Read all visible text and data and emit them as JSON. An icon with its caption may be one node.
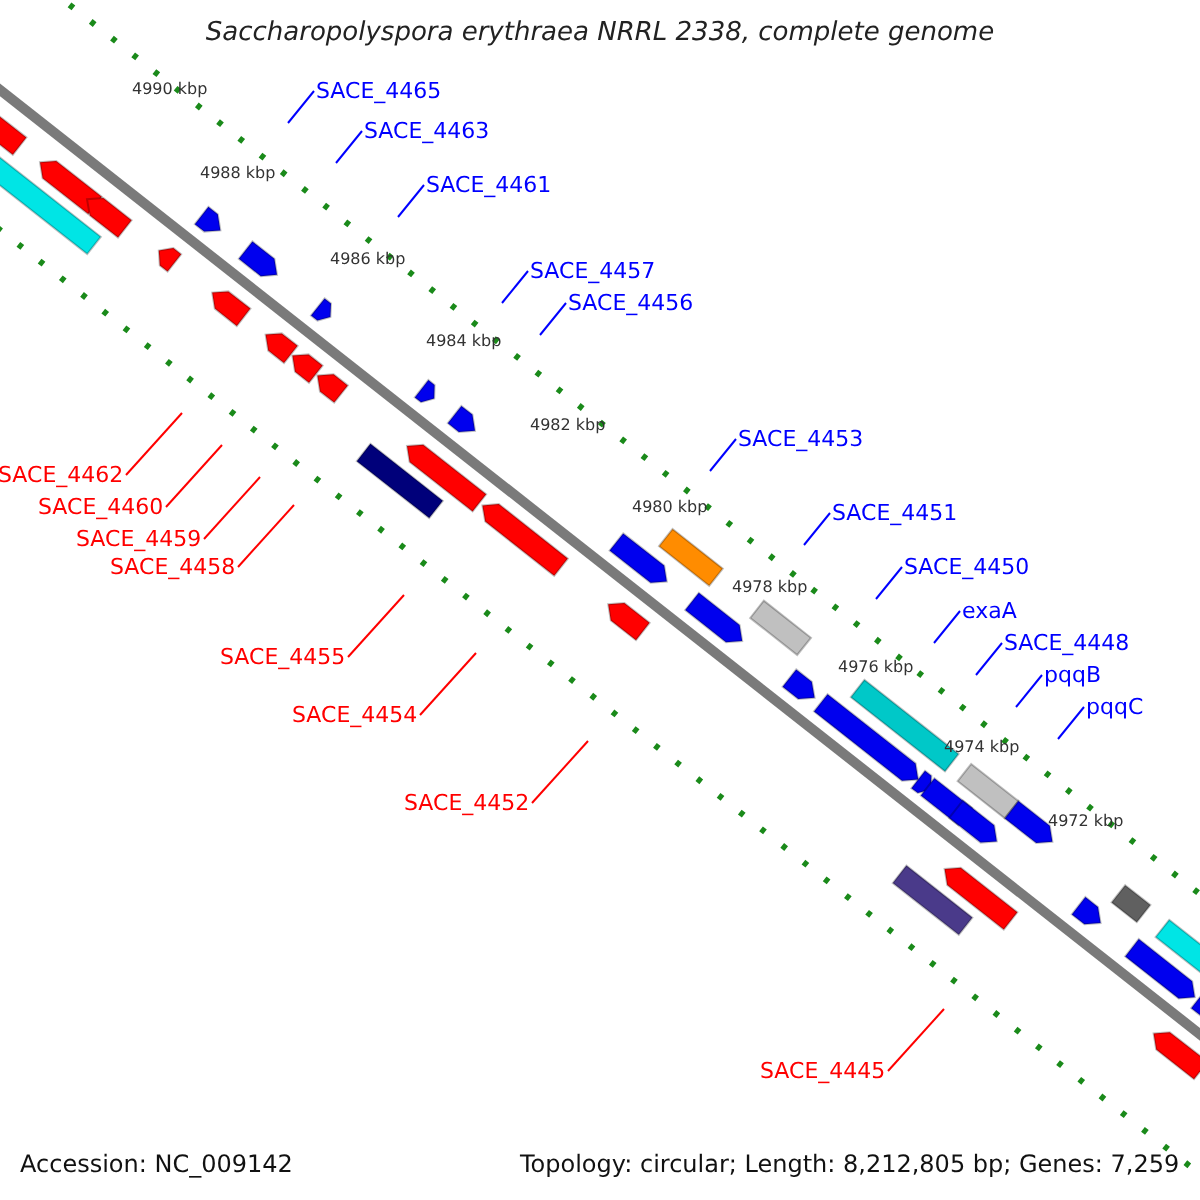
{
  "diagram": {
    "title": "Saccharopolyspora erythraea NRRL 2338, complete genome",
    "nodes": [
      {
        "text": [
          "SACE_4465"
        ]
      },
      {
        "text": [
          "SACE_4463"
        ]
      },
      {
        "text": [
          "SACE_4461"
        ]
      },
      {
        "text": [
          "SACE_4457"
        ]
      },
      {
        "text": [
          "SACE_4456"
        ]
      },
      {
        "text": [
          "SACE_4453"
        ]
      },
      {
        "text": [
          "SACE_4451"
        ]
      },
      {
        "text": [
          "SACE_4450"
        ]
      },
      {
        "text": [
          "exaA"
        ]
      },
      {
        "text": [
          "SACE_4448"
        ]
      },
      {
        "text": [
          "pqqB"
        ]
      },
      {
        "text": [
          "pqqC"
        ]
      },
      {
        "text": [
          "SACE_4462"
        ]
      },
      {
        "text": [
          "SACE_4460"
        ]
      },
      {
        "text": [
          "SACE_4459"
        ]
      },
      {
        "text": [
          "SACE_4458"
        ]
      },
      {
        "text": [
          "SACE_4455"
        ]
      },
      {
        "text": [
          "SACE_4454"
        ]
      },
      {
        "text": [
          "SACE_4452"
        ]
      },
      {
        "text": [
          "SACE_4445"
        ]
      }
    ],
    "edges": [
      {
        "from": 0,
        "to": null,
        "arrow": "none"
      },
      {
        "from": 1,
        "to": null,
        "arrow": "none"
      },
      {
        "from": 2,
        "to": null,
        "arrow": "none"
      },
      {
        "from": 3,
        "to": null,
        "arrow": "none"
      },
      {
        "from": 4,
        "to": null,
        "arrow": "none"
      },
      {
        "from": 5,
        "to": null,
        "arrow": "none"
      },
      {
        "from": 6,
        "to": null,
        "arrow": "none"
      },
      {
        "from": 7,
        "to": null,
        "arrow": "none"
      },
      {
        "from": 8,
        "to": null,
        "arrow": "none"
      },
      {
        "from": 9,
        "to": null,
        "arrow": "none"
      },
      {
        "from": 10,
        "to": null,
        "arrow": "none"
      },
      {
        "from": 11,
        "to": null,
        "arrow": "none"
      },
      {
        "from": 12,
        "to": null,
        "arrow": "none",
        "color": "#ff0000"
      },
      {
        "from": 13,
        "to": null,
        "arrow": "none",
        "color": "#ff0000"
      },
      {
        "from": 14,
        "to": null,
        "arrow": "none",
        "color": "#ff0000"
      },
      {
        "from": 15,
        "to": null,
        "arrow": "none",
        "color": "#ff0000"
      },
      {
        "from": 16,
        "to": null,
        "arrow": "none",
        "color": "#ff0000"
      },
      {
        "from": 17,
        "to": null,
        "arrow": "none",
        "color": "#ff0000"
      },
      {
        "from": 18,
        "to": null,
        "arrow": "none",
        "color": "#ff0000"
      },
      {
        "from": 19,
        "to": null,
        "arrow": "none",
        "color": "#ff0000"
      }
    ],
    "labels": [
      "4990 kbp",
      "4988 kbp",
      "4986 kbp",
      "4984 kbp",
      "4982 kbp",
      "4980 kbp",
      "4978 kbp",
      "4976 kbp",
      "4974 kbp",
      "4972 kbp",
      "Accession: NC_009142",
      "Topology: circular; Length: 8,212,805 bp; Genes: 7,259"
    ]
  }
}
